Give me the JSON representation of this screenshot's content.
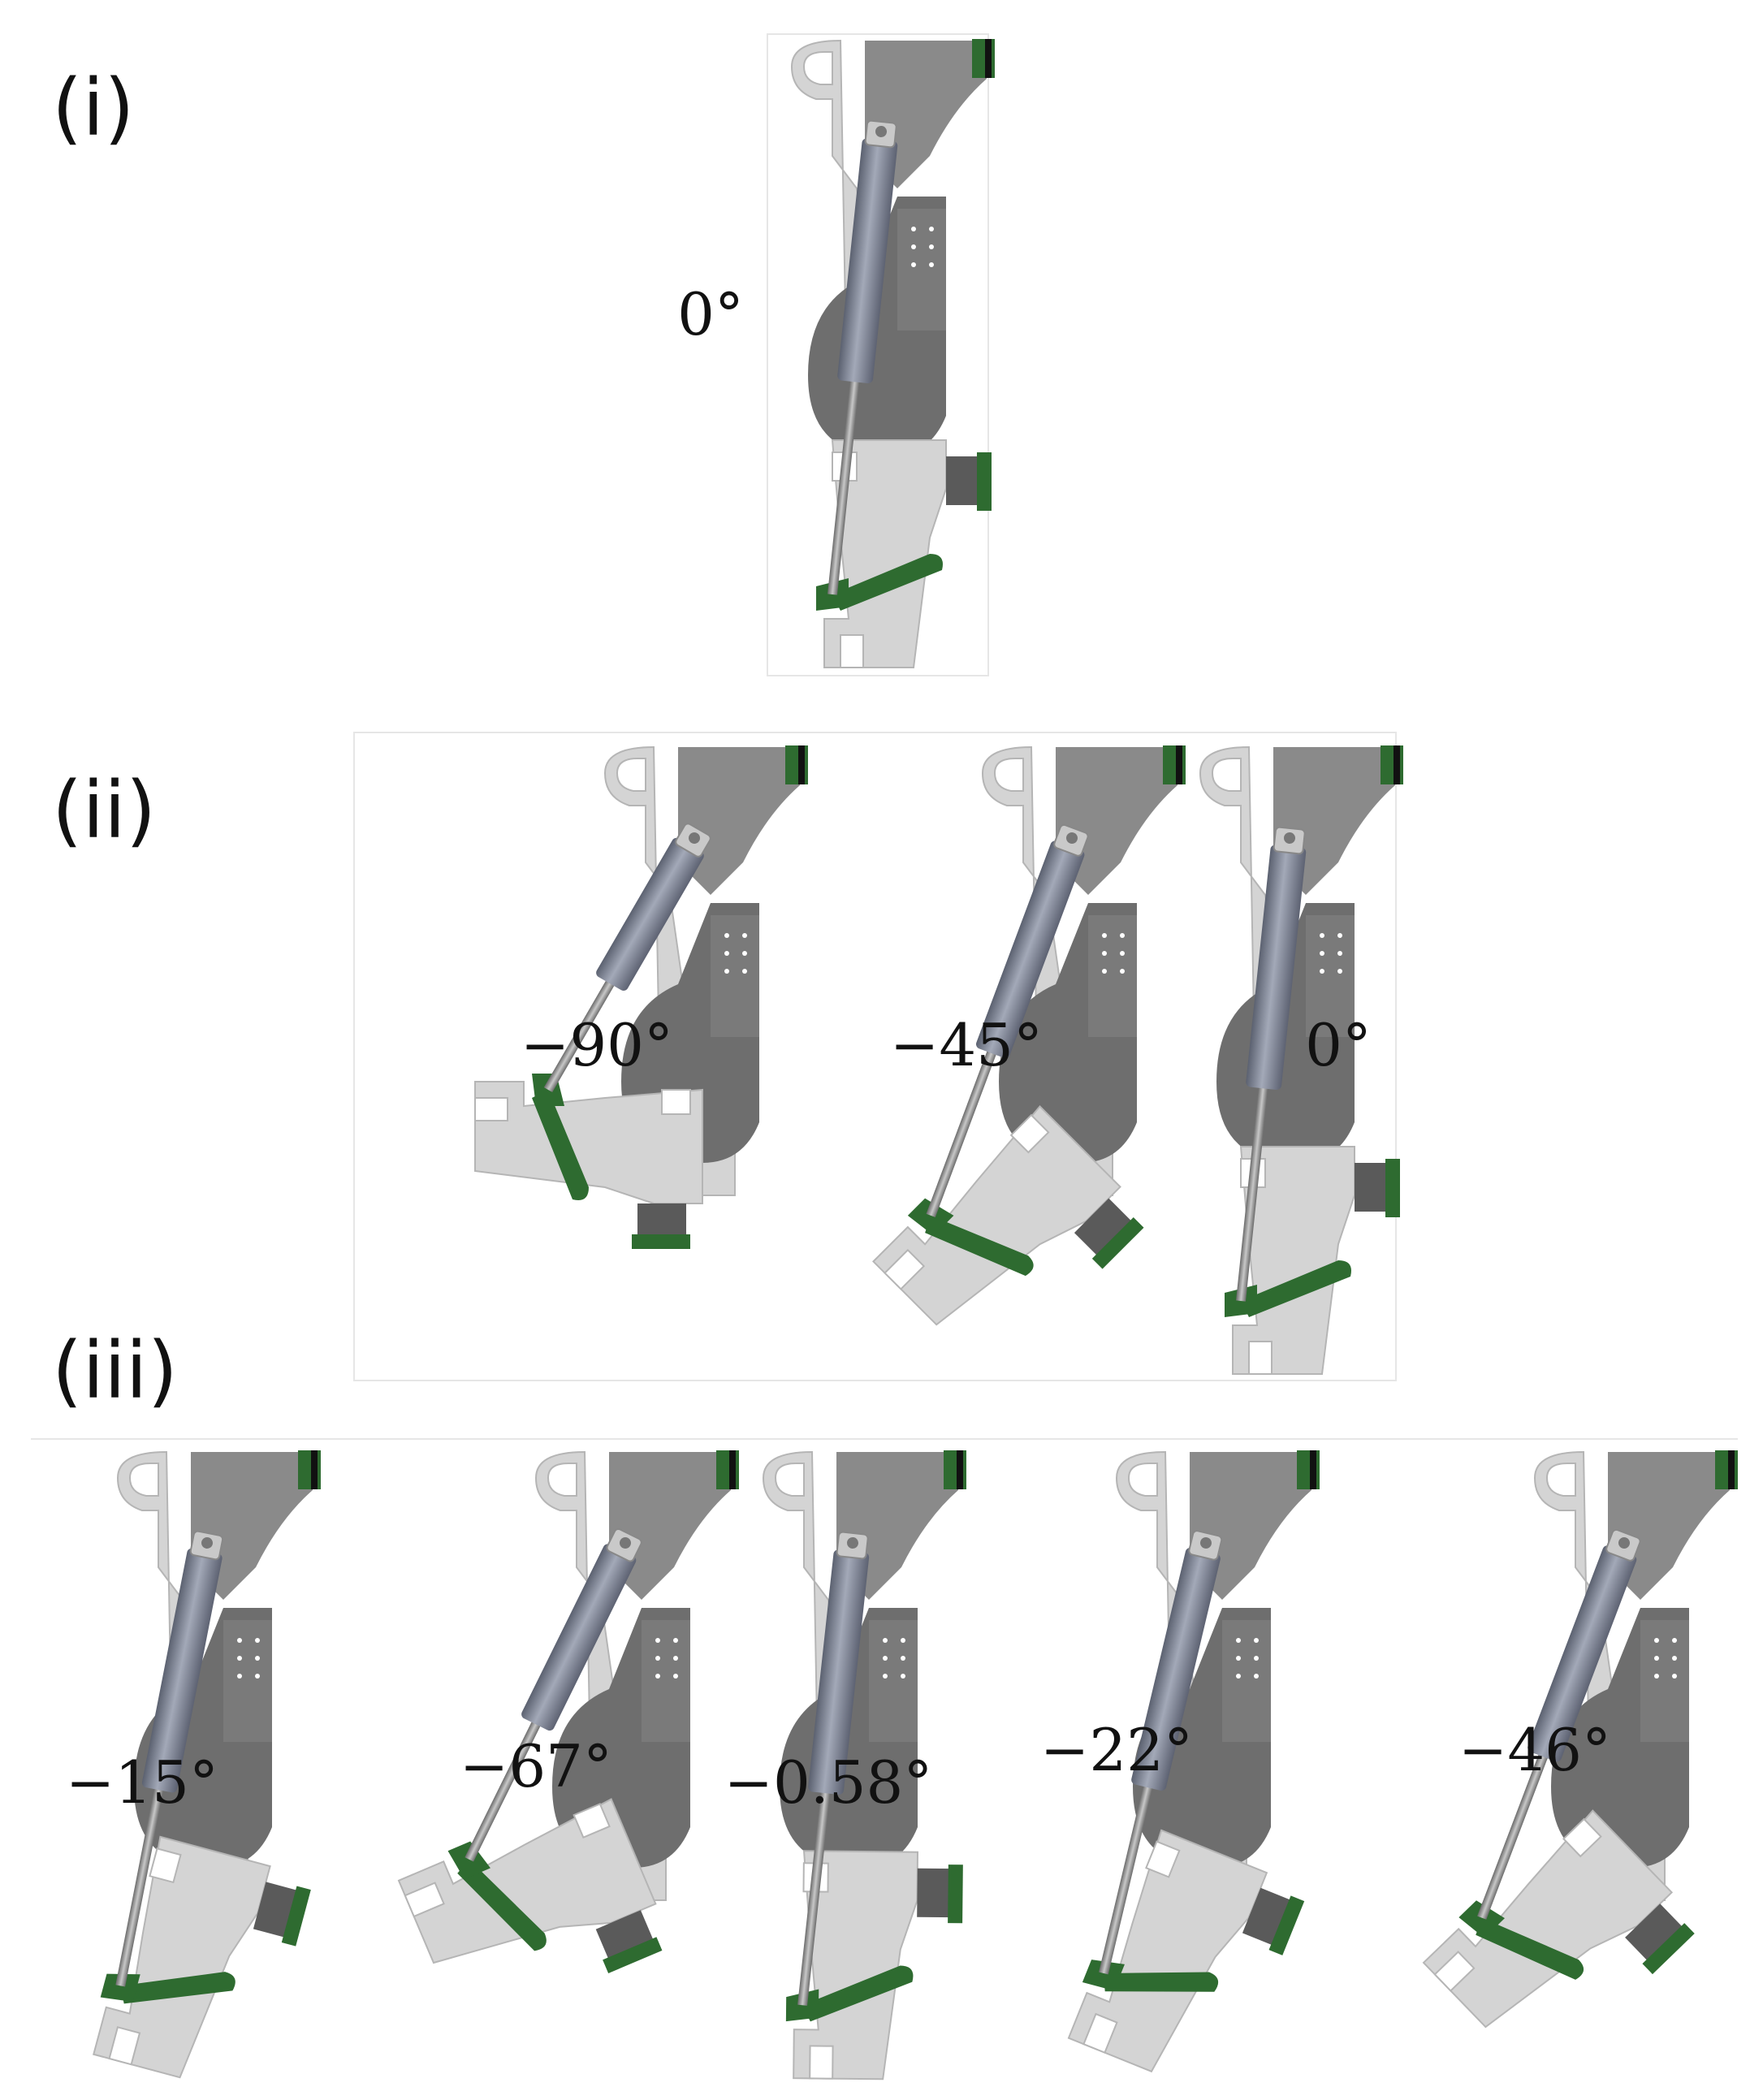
{
  "rows": [
    {
      "id": "i",
      "label": "(i)",
      "configs": [
        {
          "angle_deg": 0,
          "angle_label": "0°"
        }
      ]
    },
    {
      "id": "ii",
      "label": "(ii)",
      "configs": [
        {
          "angle_deg": -90,
          "angle_label": "−90°"
        },
        {
          "angle_deg": -45,
          "angle_label": "−45°"
        },
        {
          "angle_deg": 0,
          "angle_label": "0°"
        }
      ]
    },
    {
      "id": "iii",
      "label": "(iii)",
      "configs": [
        {
          "angle_deg": -15,
          "angle_label": "−15°"
        },
        {
          "angle_deg": -67,
          "angle_label": "−67°"
        },
        {
          "angle_deg": -0.58,
          "angle_label": "−0.58°"
        },
        {
          "angle_deg": -22,
          "angle_label": "−22°"
        },
        {
          "angle_deg": -46,
          "angle_label": "−46°"
        }
      ]
    }
  ],
  "colors": {
    "frame_light": "#d4d4d4",
    "frame_dark": "#8a8a8a",
    "cam_dark": "#6e6e6e",
    "cylinder": "#7e8494",
    "rod": "#9a9a9a",
    "green": "#2e6b30",
    "label": "#111111"
  }
}
